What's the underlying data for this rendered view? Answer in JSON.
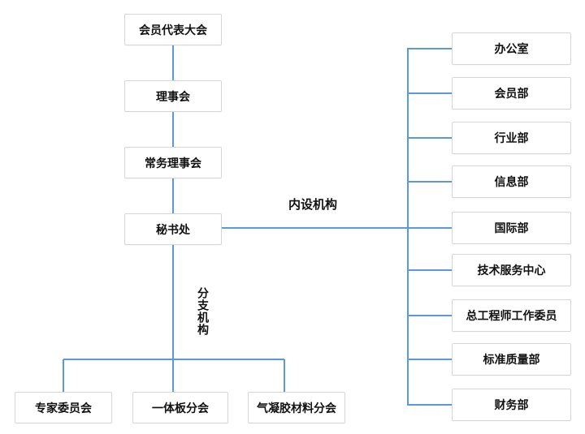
{
  "colors": {
    "connector": "#5b9bd5",
    "box_border": "#d6d6d6",
    "text": "#111111",
    "background": "#ffffff"
  },
  "main_chain": [
    "会员代表大会",
    "理事会",
    "常务理事会",
    "秘书处"
  ],
  "section_labels": {
    "internal": "内设机构",
    "branch": "分支机构"
  },
  "internal_departments": [
    "办公室",
    "会员部",
    "行业部",
    "信息部",
    "国际部",
    "技术服务中心",
    "总工程师工作委员",
    "标准质量部",
    "财务部"
  ],
  "branch_organizations": [
    "专家委员会",
    "一体板分会",
    "气凝胶材料分会"
  ]
}
